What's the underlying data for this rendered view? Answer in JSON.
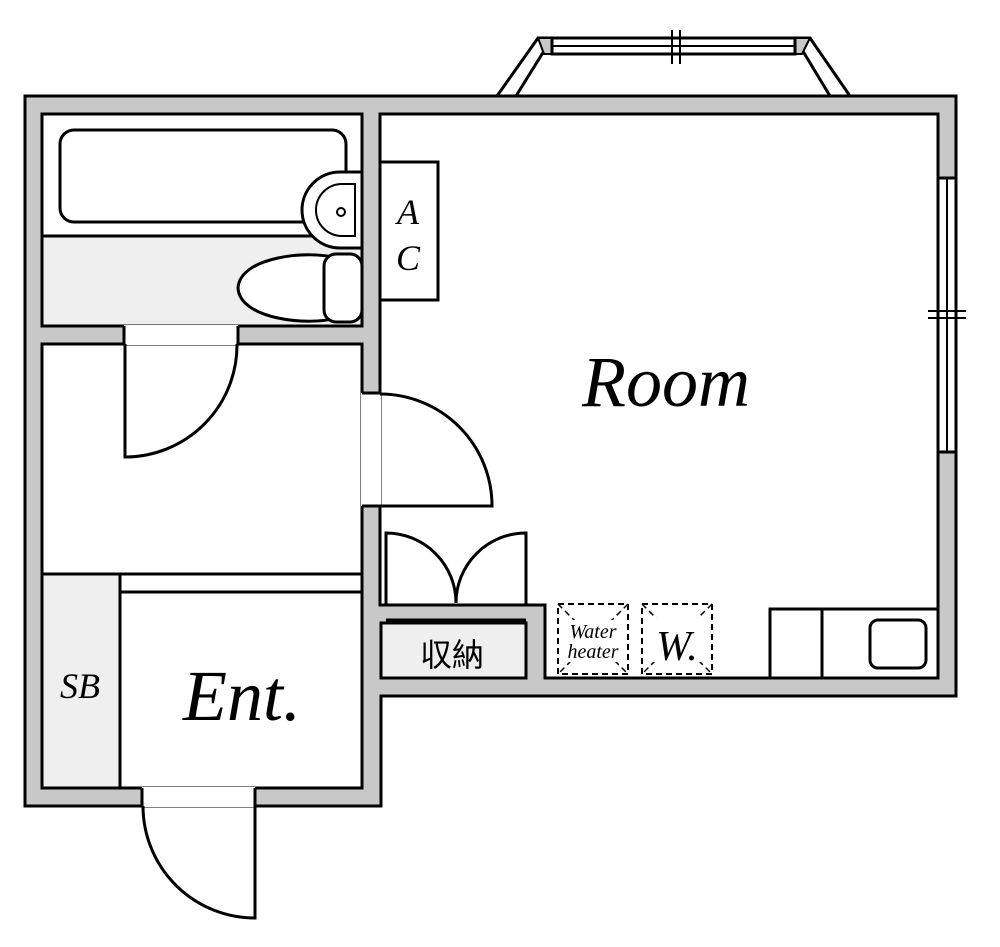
{
  "plan": {
    "labels": {
      "room": "Room",
      "entrance": "Ent.",
      "shoe_box": "SB",
      "ac_top": "A",
      "ac_bottom": "C",
      "storage": "収納",
      "water_heater_line1": "Water",
      "water_heater_line2": "heater",
      "washer": "W."
    },
    "colors": {
      "wall_fill": "#c8c8c8",
      "line": "#000000",
      "background": "#ffffff",
      "fixture_fill": "#efefef"
    }
  }
}
